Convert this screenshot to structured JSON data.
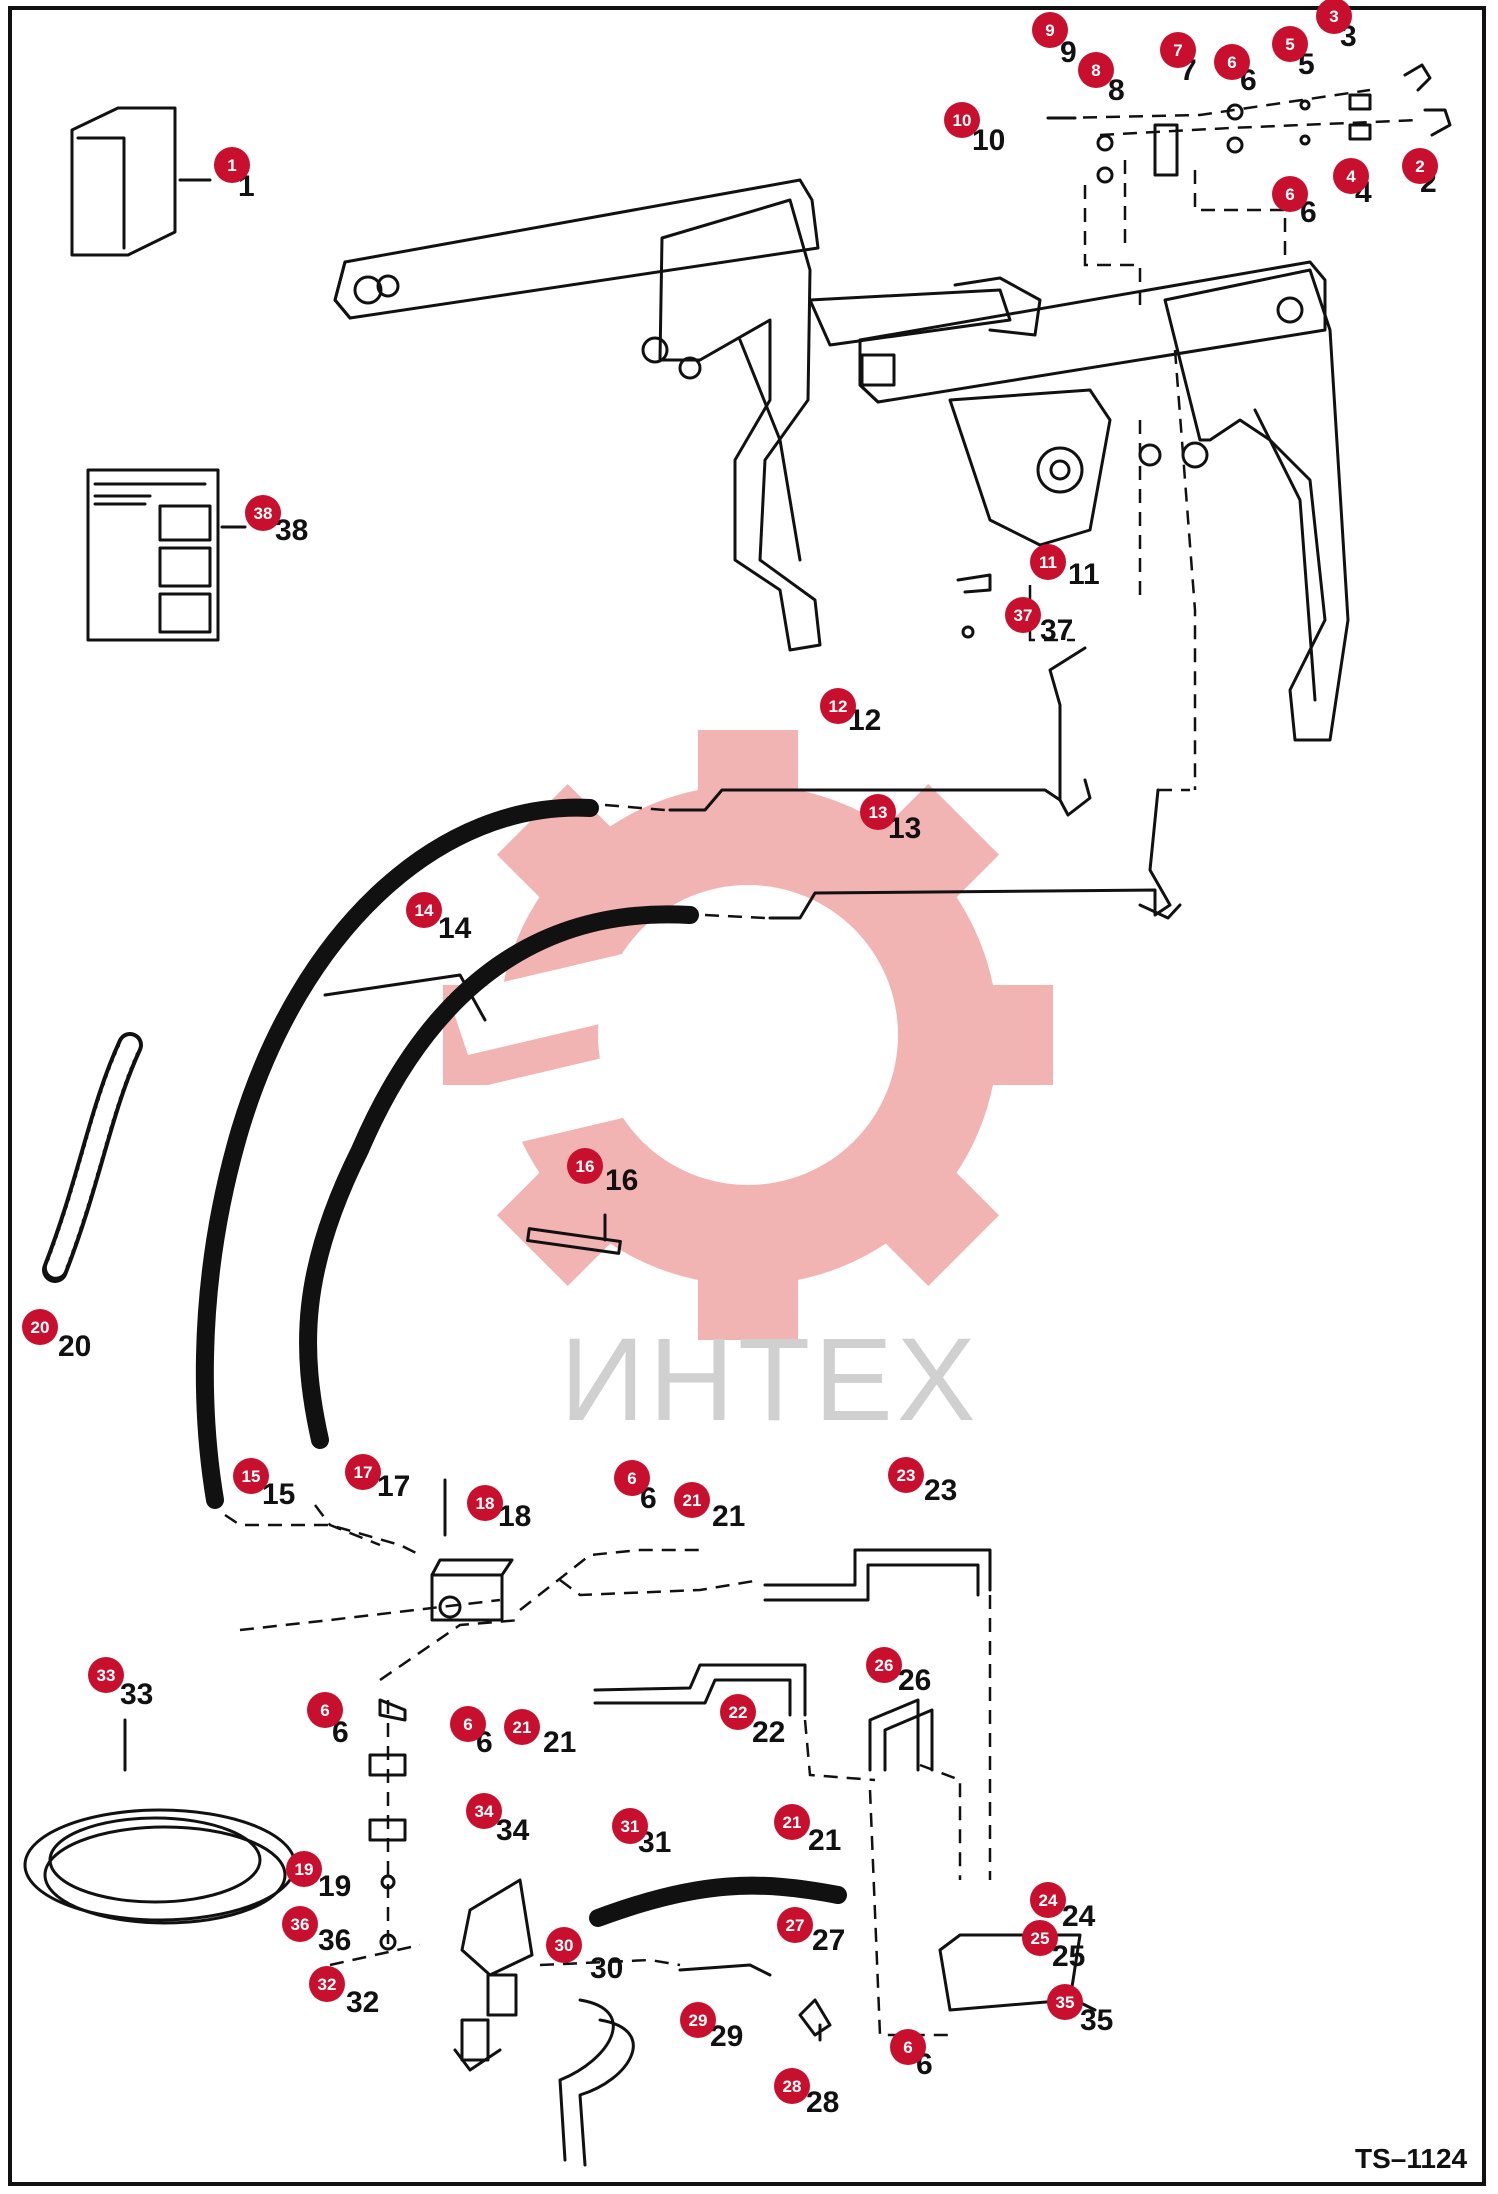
{
  "watermark": {
    "text": "ИНТЕХ",
    "gear_color": "#f2b3b3"
  },
  "drawing_number": "TS–1124",
  "badge_color": "#c8102e",
  "callouts": [
    {
      "id": "1",
      "label": "1",
      "badge": "1"
    },
    {
      "id": "2",
      "label": "2",
      "badge": "2"
    },
    {
      "id": "3",
      "label": "3",
      "badge": "3"
    },
    {
      "id": "4",
      "label": "4",
      "badge": "4"
    },
    {
      "id": "5",
      "label": "5",
      "badge": "5"
    },
    {
      "id": "6a",
      "label": "6",
      "badge": "6"
    },
    {
      "id": "6b",
      "label": "6",
      "badge": "6"
    },
    {
      "id": "6c",
      "label": "6",
      "badge": "6"
    },
    {
      "id": "6d",
      "label": "6",
      "badge": "6"
    },
    {
      "id": "6e",
      "label": "6",
      "badge": "6"
    },
    {
      "id": "6f",
      "label": "6",
      "badge": "6"
    },
    {
      "id": "7",
      "label": "7",
      "badge": "7"
    },
    {
      "id": "8",
      "label": "8",
      "badge": "8"
    },
    {
      "id": "9",
      "label": "9",
      "badge": "9"
    },
    {
      "id": "10",
      "label": "10",
      "badge": "10"
    },
    {
      "id": "11",
      "label": "11",
      "badge": "11"
    },
    {
      "id": "12",
      "label": "12",
      "badge": "12"
    },
    {
      "id": "13",
      "label": "13",
      "badge": "13"
    },
    {
      "id": "14",
      "label": "14",
      "badge": "14"
    },
    {
      "id": "15",
      "label": "15",
      "badge": "15"
    },
    {
      "id": "16",
      "label": "16",
      "badge": "16"
    },
    {
      "id": "17",
      "label": "17",
      "badge": "17"
    },
    {
      "id": "18",
      "label": "18",
      "badge": "18"
    },
    {
      "id": "19",
      "label": "19",
      "badge": "19"
    },
    {
      "id": "20",
      "label": "20",
      "badge": "20"
    },
    {
      "id": "21a",
      "label": "21",
      "badge": "21"
    },
    {
      "id": "21b",
      "label": "21",
      "badge": "21"
    },
    {
      "id": "21c",
      "label": "21",
      "badge": "21"
    },
    {
      "id": "22",
      "label": "22",
      "badge": "22"
    },
    {
      "id": "23",
      "label": "23",
      "badge": "23"
    },
    {
      "id": "24",
      "label": "24",
      "badge": "24"
    },
    {
      "id": "25",
      "label": "25",
      "badge": "25"
    },
    {
      "id": "26",
      "label": "26",
      "badge": "26"
    },
    {
      "id": "27",
      "label": "27",
      "badge": "27"
    },
    {
      "id": "28",
      "label": "28",
      "badge": "28"
    },
    {
      "id": "29",
      "label": "29",
      "badge": "29"
    },
    {
      "id": "30",
      "label": "30",
      "badge": "30"
    },
    {
      "id": "31",
      "label": "31",
      "badge": "31"
    },
    {
      "id": "32",
      "label": "32",
      "badge": "32"
    },
    {
      "id": "33",
      "label": "33",
      "badge": "33"
    },
    {
      "id": "34",
      "label": "34",
      "badge": "34"
    },
    {
      "id": "35",
      "label": "35",
      "badge": "35"
    },
    {
      "id": "36",
      "label": "36",
      "badge": "36"
    },
    {
      "id": "37",
      "label": "37",
      "badge": "37"
    },
    {
      "id": "38",
      "label": "38",
      "badge": "38"
    }
  ]
}
